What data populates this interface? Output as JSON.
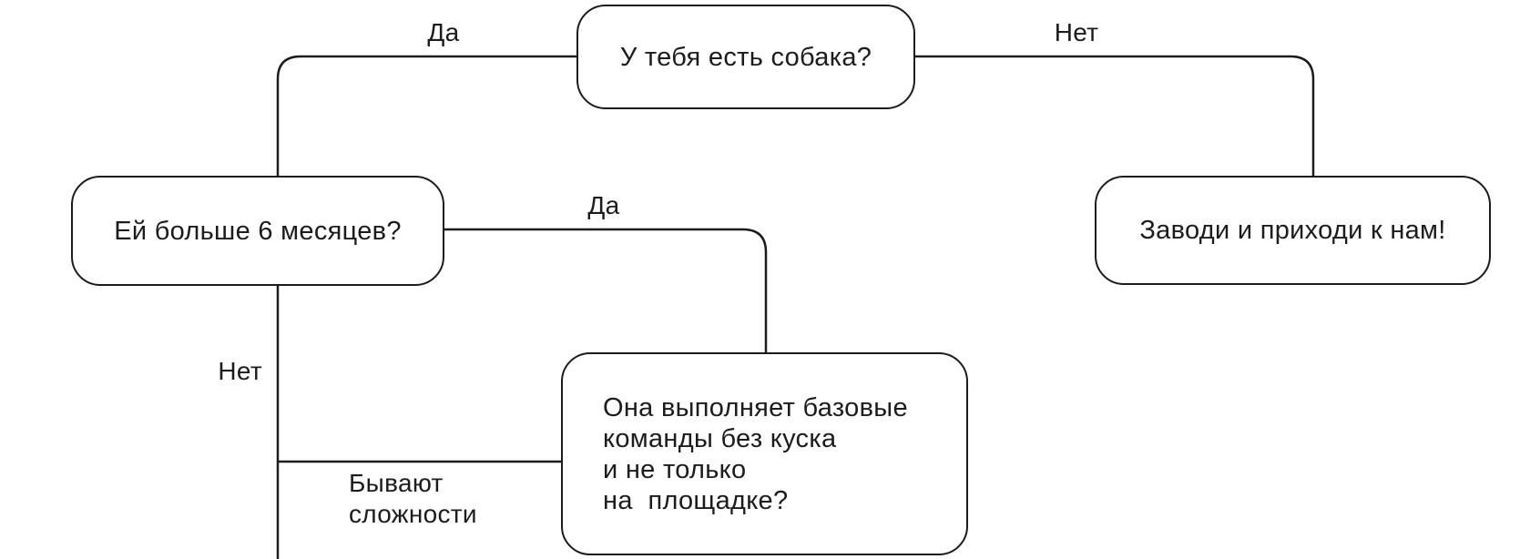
{
  "diagram": {
    "type": "flowchart",
    "background_color": "#ffffff",
    "line_color": "#1c1c1c",
    "text_color": "#1c1c1c",
    "nodes": {
      "have_dog": {
        "text": "У тебя есть собака?"
      },
      "older_than_6_months": {
        "text": "Ей больше 6 месяцев?"
      },
      "get_dog": {
        "text": "Заводи и приходи к нам!"
      },
      "basic_commands": {
        "text": "Она выполняет базовые\nкоманды без куска\nи не только\nна  площадке?"
      }
    },
    "edge_labels": {
      "have_dog_yes": "Да",
      "have_dog_no": "Нет",
      "older_yes": "Да",
      "older_no": "Нет",
      "difficulties": "Бывают\nсложности"
    }
  }
}
